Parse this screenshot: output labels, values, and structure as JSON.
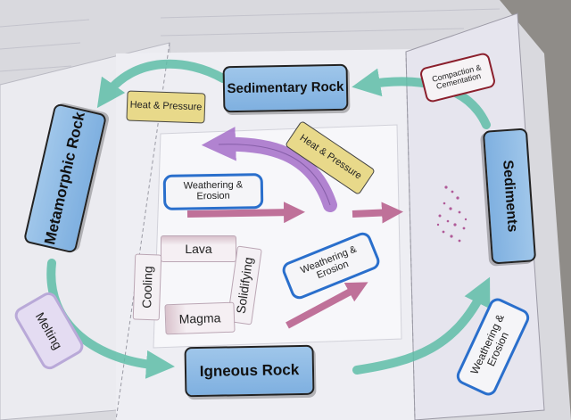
{
  "labels": {
    "sedimentary_rock": "Sedimentary Rock",
    "metamorphic_rock": "Metamorphic Rock",
    "sediments": "Sediments",
    "igneous_rock": "Igneous Rock",
    "heat_pressure_top": "Heat & Pressure",
    "compaction_cementation": "Compaction & Cementation",
    "melting": "Melting",
    "weathering_erosion_right": "Weathering & Erosion",
    "weathering_erosion_center": "Weathering & Erosion",
    "heat_pressure_center": "Heat & Pressure",
    "weathering_erosion_lower": "Weathering & Erosion",
    "lava": "Lava",
    "cooling": "Cooling",
    "solidifying": "Solidifying",
    "magma": "Magma"
  },
  "colors": {
    "background": "#8f8c88",
    "paper": "#eeeef2",
    "blue_card": "#8dbbe6",
    "white_card_border": "#2a6fcc",
    "yellow_card": "#e8d98a",
    "teal_arrow": "#5fbea8",
    "purple_arrow": "#b06fc2",
    "pink_arrow": "#b9638f",
    "red_border": "#8b1f2c"
  }
}
